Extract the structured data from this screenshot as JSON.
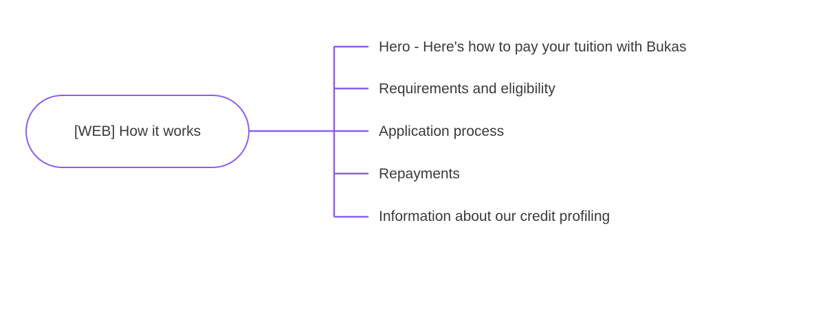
{
  "colors": {
    "accent": "#8b5cf6",
    "text": "#3a3a3a",
    "background": "#ffffff"
  },
  "root": {
    "label": "[WEB] How it works"
  },
  "branches": [
    {
      "label": "Hero - Here's how to pay your tuition with Bukas"
    },
    {
      "label": "Requirements and eligibility"
    },
    {
      "label": "Application process"
    },
    {
      "label": "Repayments"
    },
    {
      "label": "Information about our credit profiling"
    }
  ]
}
